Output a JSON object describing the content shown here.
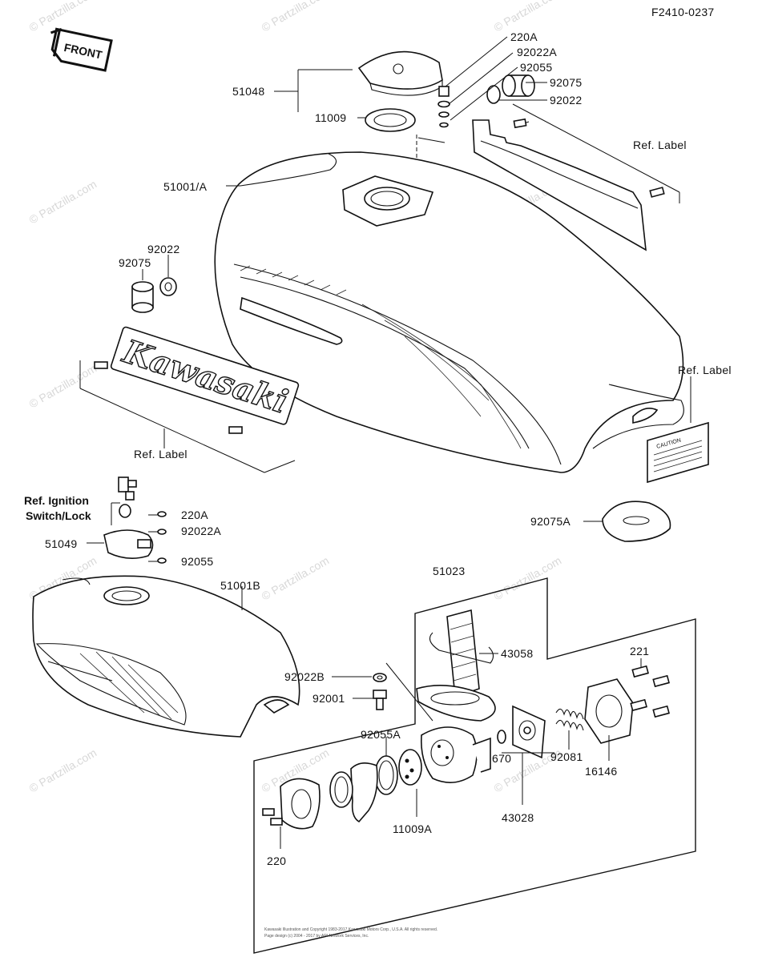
{
  "diagram_code": "F2410-0237",
  "front_marker": "FRONT",
  "brand_logo_text": "Kawasaki",
  "label_sticker_text": "CAUTION",
  "watermark_text": "© Partzilla.com",
  "callouts": {
    "c_220A_top": "220A",
    "c_92022A_top": "92022A",
    "c_92055_top": "92055",
    "c_51048": "51048",
    "c_11009": "11009",
    "c_92075_top": "92075",
    "c_92022_top": "92022",
    "c_ref_label_top": "Ref. Label",
    "c_51001A": "51001/A",
    "c_92022_left": "92022",
    "c_92075_left": "92075",
    "c_ref_label_right": "Ref. Label",
    "c_ref_label_bottom": "Ref. Label",
    "c_92075A": "92075A",
    "c_ref_ignition": "Ref. Ignition",
    "c_switch_lock": "Switch/Lock",
    "c_220A_mid": "220A",
    "c_92022A_mid": "92022A",
    "c_51049": "51049",
    "c_92055_mid": "92055",
    "c_51001B": "51001B",
    "c_51023": "51023",
    "c_43058": "43058",
    "c_221": "221",
    "c_92022B": "92022B",
    "c_92001": "92001",
    "c_92055A": "92055A",
    "c_670": "670",
    "c_92081": "92081",
    "c_16146": "16146",
    "c_11009A": "11009A",
    "c_43028": "43028",
    "c_220_bottom": "220"
  },
  "copyright_lines": [
    "Kawasaki Illustration and Copyright 1983-2017 Kawasaki Motors Corp., U.S.A. All rights reserved.",
    "Page design (c) 2004 - 2017 by ARI Network Services, Inc."
  ]
}
